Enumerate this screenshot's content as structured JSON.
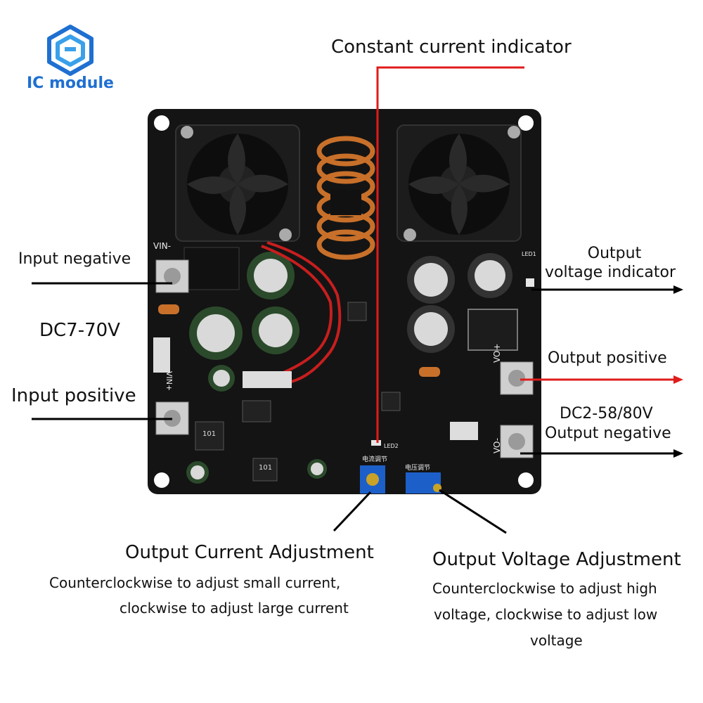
{
  "brand": {
    "name": "IC module",
    "accent": "#1f6fd1"
  },
  "labels": {
    "constant_current_indicator": "Constant current indicator",
    "input_negative": "Input negative",
    "input_voltage": "DC7-70V",
    "input_positive": "Input positive",
    "output_voltage_indicator_line1": "Output",
    "output_voltage_indicator_line2": "voltage indicator",
    "output_positive": "Output positive",
    "output_voltage_range": "DC2-58/80V",
    "output_negative": "Output negative"
  },
  "adjustments": {
    "current": {
      "title": "Output Current Adjustment",
      "line1": "Counterclockwise to adjust small current,",
      "line2": "clockwise to adjust large current"
    },
    "voltage": {
      "title": "Output Voltage Adjustment",
      "line1": "Counterclockwise to adjust high",
      "line2": "voltage, clockwise to adjust low",
      "line3": "voltage"
    }
  },
  "board_silkscreen": {
    "vin_minus": "VIN-",
    "vin_plus": "VIN+",
    "vo_plus": "VO+",
    "vo_minus": "VO-",
    "led1": "LED1",
    "led2": "LED2",
    "current_adj_cn": "电流调节",
    "voltage_adj_cn": "电压调节",
    "ind_mark_1": "101",
    "ind_mark_2": "101"
  },
  "colors": {
    "board": "#141414",
    "copper": "#c8702a",
    "indicator_line": "#e01b1b",
    "pot_blue": "#1d5fc9"
  }
}
